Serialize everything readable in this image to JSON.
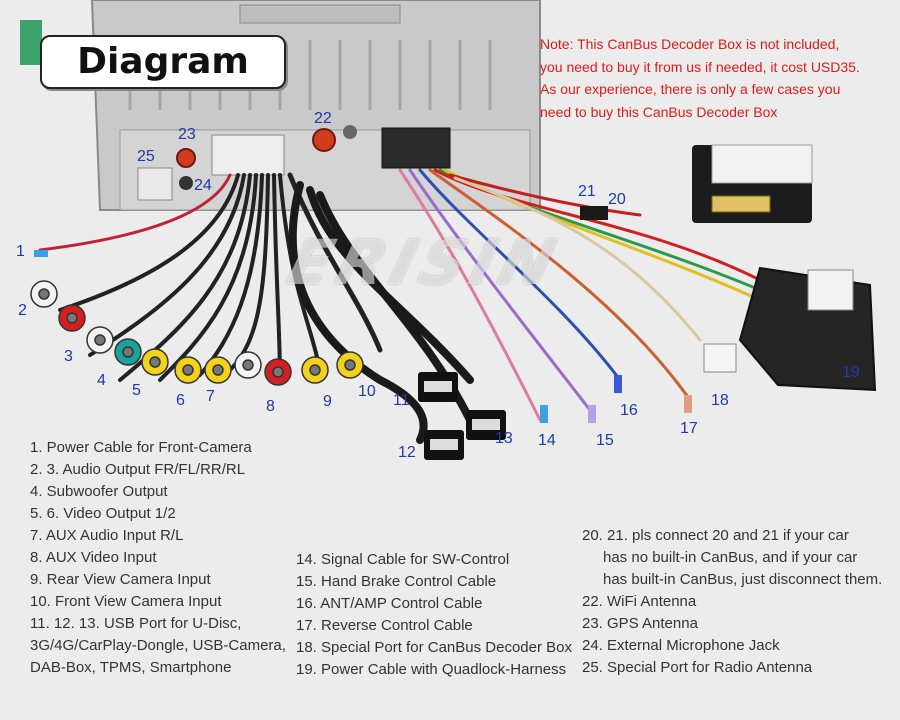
{
  "title": "Diagram",
  "watermark": "ERISIN",
  "note_lines": [
    "Note: This CanBus Decoder Box is not included,",
    "you need to buy it from us if needed, it cost USD35.",
    "As our experience, there is only a few cases you",
    "need to buy this CanBus Decoder Box"
  ],
  "callouts": [
    "1",
    "2",
    "3",
    "4",
    "5",
    "6",
    "7",
    "8",
    "9",
    "10",
    "11",
    "12",
    "13",
    "14",
    "15",
    "16",
    "17",
    "18",
    "19",
    "20",
    "21",
    "22",
    "23",
    "24",
    "25"
  ],
  "legend_col1": [
    "1. Power Cable for Front-Camera",
    "2. 3. Audio Output FR/FL/RR/RL",
    "4. Subwoofer Output",
    "5. 6. Video Output 1/2",
    "7. AUX Audio Input R/L",
    "8. AUX Video Input",
    "9. Rear View Camera Input",
    "10. Front View Camera Input",
    "11. 12. 13. USB Port for U-Disc,",
    "3G/4G/CarPlay-Dongle, USB-Camera,",
    "DAB-Box, TPMS, Smartphone"
  ],
  "legend_col2": [
    "14. Signal Cable for SW-Control",
    "15. Hand Brake Control Cable",
    "16. ANT/AMP Control Cable",
    "17. Reverse Control Cable",
    "18. Special Port for CanBus Decoder Box",
    "19. Power Cable with Quadlock-Harness"
  ],
  "legend_col3": [
    "20. 21. pls connect 20 and 21  if your car",
    "has no built-in CanBus, and if your car",
    "has built-in CanBus, just disconnect them.",
    "22. WiFi Antenna",
    "23. GPS Antenna",
    "24. External Microphone Jack",
    "25. Special Port for Radio Antenna"
  ],
  "colors": {
    "callout": "#1e3aa6",
    "note": "#e01a1a",
    "legend_text": "#333333",
    "background": "#ececec",
    "rca_red": "#d42020",
    "rca_white": "#f4f4f4",
    "rca_yellow": "#f2d21a",
    "rca_teal": "#19a39a"
  }
}
